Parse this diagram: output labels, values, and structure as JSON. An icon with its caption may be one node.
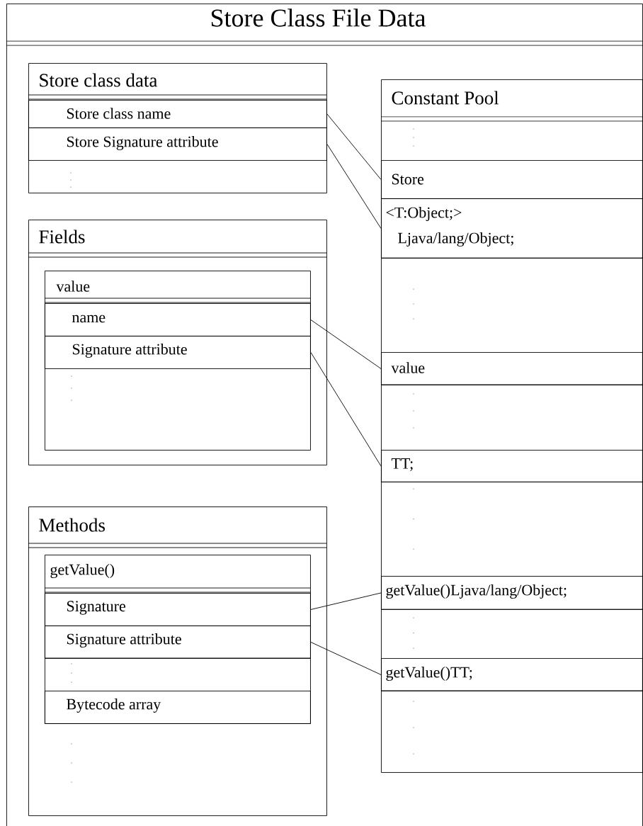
{
  "diagram": {
    "nodes": [
      {
        "text": [
          "Store Class File Data"
        ]
      },
      {
        "text": [
          "Store class data"
        ],
        "in": 0
      },
      {
        "text": [
          "Store class name"
        ],
        "in": 1
      },
      {
        "text": [
          "Store Signature attribute"
        ],
        "in": 1
      },
      {
        "text": [
          "Fields"
        ],
        "in": 0
      },
      {
        "text": [
          "value"
        ],
        "in": 4
      },
      {
        "text": [
          "name"
        ],
        "in": 5
      },
      {
        "text": [
          "Signature attribute"
        ],
        "in": 5
      },
      {
        "text": [
          "Methods"
        ],
        "in": 0
      },
      {
        "text": [
          "getValue()"
        ],
        "in": 8
      },
      {
        "text": [
          "Signature"
        ],
        "in": 9
      },
      {
        "text": [
          "Signature attribute"
        ],
        "in": 9
      },
      {
        "text": [
          "Bytecode array"
        ],
        "in": 9
      },
      {
        "text": [
          "Constant Pool"
        ],
        "in": 0
      },
      {
        "text": [
          "Store"
        ],
        "in": 13
      },
      {
        "text": [
          "<T:Object;>",
          "Ljava/lang/Object;"
        ],
        "in": 13
      },
      {
        "text": [
          "value"
        ],
        "in": 13
      },
      {
        "text": [
          "TT;"
        ],
        "in": 13
      },
      {
        "text": [
          "getValue()Ljava/lang/Object;"
        ],
        "in": 13
      },
      {
        "text": [
          "getValue()TT;"
        ],
        "in": 13
      }
    ],
    "edges": [
      {
        "from": 2,
        "to": 14,
        "arrow": "none"
      },
      {
        "from": 3,
        "to": 15,
        "arrow": "none"
      },
      {
        "from": 6,
        "to": 16,
        "arrow": "none"
      },
      {
        "from": 7,
        "to": 17,
        "arrow": "none"
      },
      {
        "from": 10,
        "to": 18,
        "arrow": "none"
      },
      {
        "from": 11,
        "to": 19,
        "arrow": "none"
      }
    ]
  }
}
